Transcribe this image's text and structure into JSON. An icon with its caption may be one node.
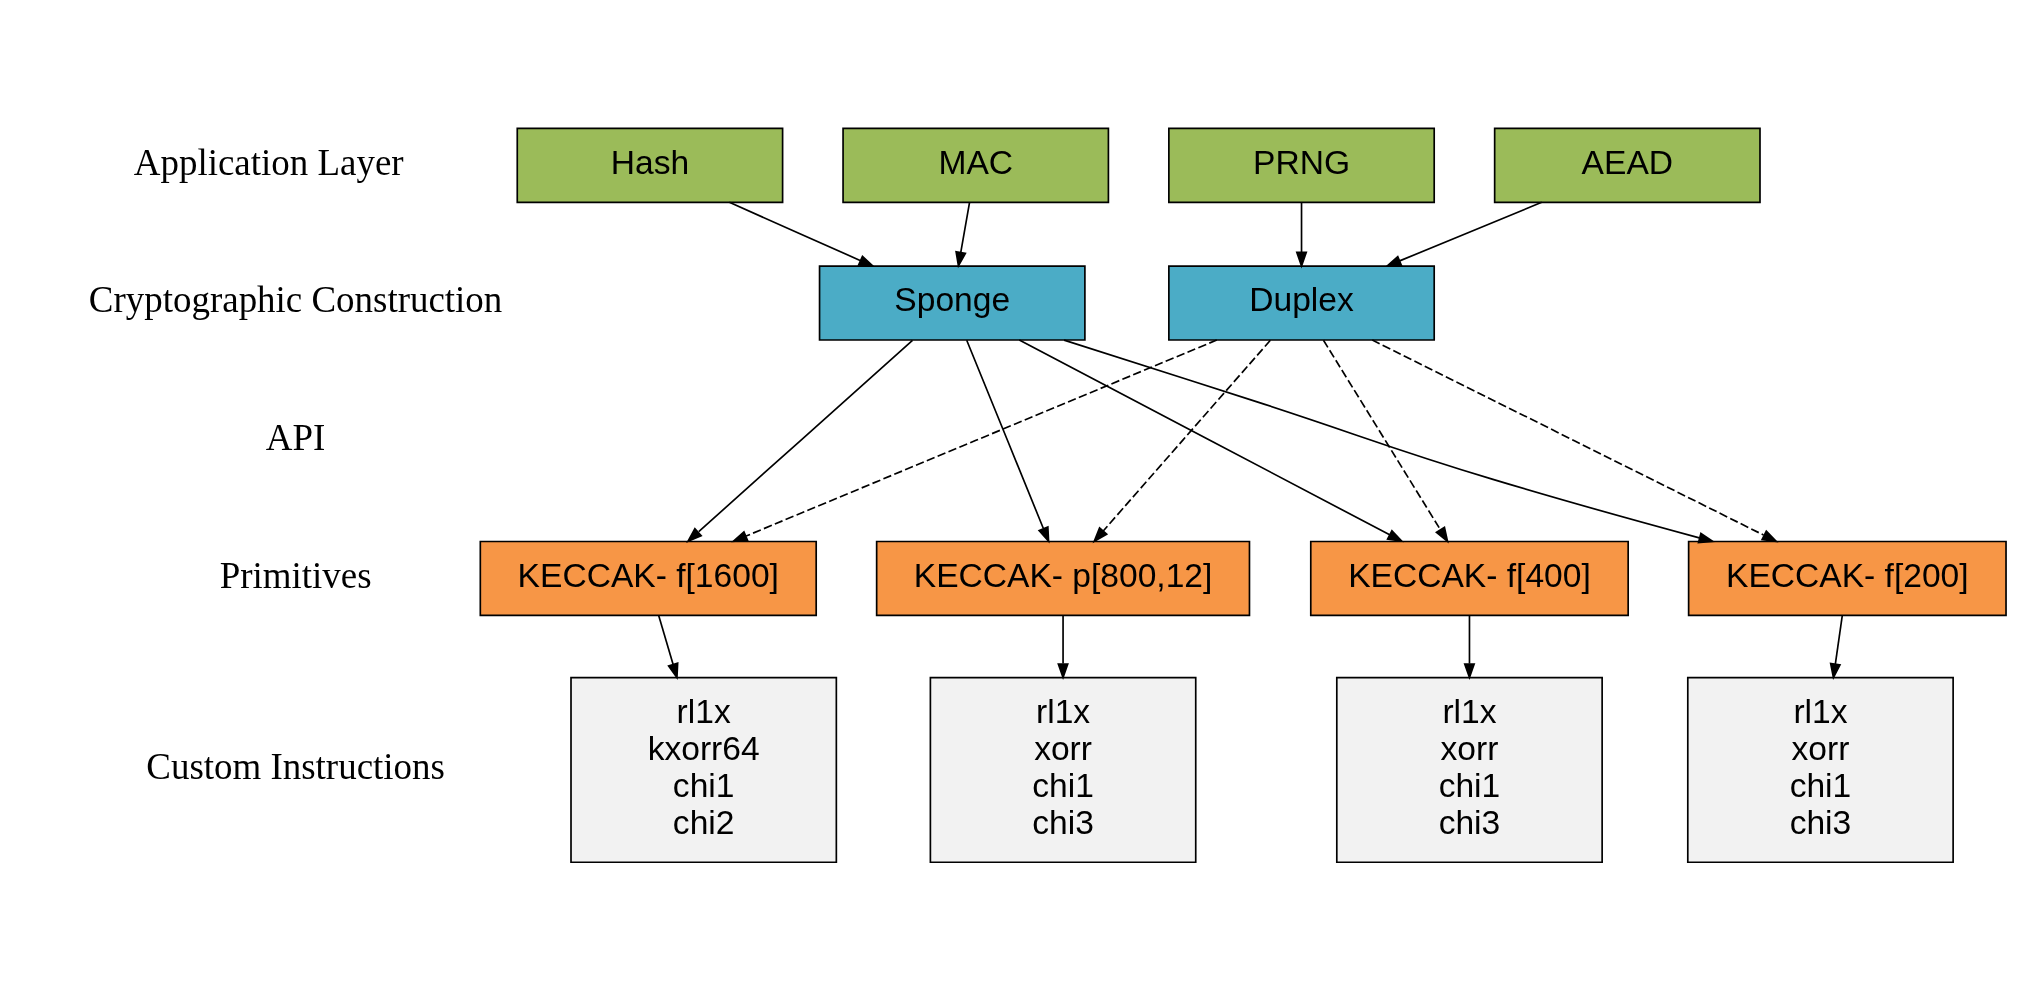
{
  "diagram": {
    "nodes": [
      {
        "text": [
          "Hash"
        ]
      },
      {
        "text": [
          "MAC"
        ]
      },
      {
        "text": [
          "PRNG"
        ]
      },
      {
        "text": [
          "AEAD"
        ]
      },
      {
        "text": [
          "Sponge"
        ]
      },
      {
        "text": [
          "Duplex"
        ]
      },
      {
        "text": [
          "KECCAK- f[1600]"
        ]
      },
      {
        "text": [
          "KECCAK- p[800,12]"
        ]
      },
      {
        "text": [
          "KECCAK- f[400]"
        ]
      },
      {
        "text": [
          "KECCAK- f[200]"
        ]
      },
      {
        "text": [
          "rl1x",
          "kxorr64",
          "chi1",
          "chi2"
        ]
      },
      {
        "text": [
          "rl1x",
          "xorr",
          "chi1",
          "chi3"
        ]
      },
      {
        "text": [
          "rl1x",
          "xorr",
          "chi1",
          "chi3"
        ]
      },
      {
        "text": [
          "rl1x",
          "xorr",
          "chi1",
          "chi3"
        ]
      }
    ],
    "edges": [
      {
        "from": 0,
        "to": 4,
        "arrow": "to"
      },
      {
        "from": 1,
        "to": 4,
        "arrow": "to"
      },
      {
        "from": 2,
        "to": 5,
        "arrow": "to"
      },
      {
        "from": 3,
        "to": 5,
        "arrow": "to"
      },
      {
        "from": 4,
        "to": 6,
        "arrow": "to"
      },
      {
        "from": 5,
        "to": 6,
        "arrow": "to",
        "style": "dashed"
      },
      {
        "from": 4,
        "to": 7,
        "arrow": "to"
      },
      {
        "from": 5,
        "to": 7,
        "arrow": "to",
        "style": "dashed"
      },
      {
        "from": 4,
        "to": 8,
        "arrow": "to"
      },
      {
        "from": 5,
        "to": 8,
        "arrow": "to",
        "style": "dashed"
      },
      {
        "from": 5,
        "to": 9,
        "arrow": "to",
        "style": "dashed"
      },
      {
        "from": 4,
        "to": 9,
        "arrow": "to"
      },
      {
        "from": 6,
        "to": 10,
        "arrow": "to"
      },
      {
        "from": 7,
        "to": 11,
        "arrow": "to"
      },
      {
        "from": 8,
        "to": 12,
        "arrow": "to"
      },
      {
        "from": 9,
        "to": 13,
        "arrow": "to"
      }
    ],
    "labels": [
      "Application Layer",
      "Cryptographic Construction",
      "API",
      "Primitives",
      "Custom Instructions"
    ]
  }
}
